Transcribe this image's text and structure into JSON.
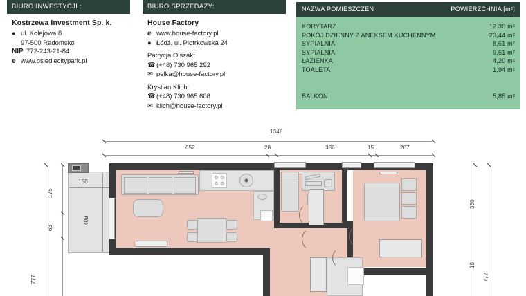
{
  "investor": {
    "bar_label": "BIURO INWESTYCJI :",
    "company": "Kostrzewa Investment Sp. k.",
    "pin_icon": "location-pin-icon",
    "address_line1": "ul. Kolejowa 8",
    "address_line2": "97-500 Radomsko",
    "nip_label": "NIP",
    "nip_value": "772-243-21-84",
    "web_icon": "web-icon",
    "website": "www.osiedlecitypark.pl"
  },
  "sales": {
    "bar_label": "BIURO SPRZEDAŻY:",
    "company": "House Factory",
    "web_icon": "web-icon",
    "website": "www.house-factory.pl",
    "pin_icon": "location-pin-icon",
    "address": "Łódź, ul. Piotrkowska 24",
    "contacts": [
      {
        "name": "Patrycja Olszak:",
        "phone_icon": "phone-icon",
        "phone": "(+48) 730 965 292",
        "mail_icon": "envelope-icon",
        "email": "pelka@house-factory.pl"
      },
      {
        "name": "Krystian Klich:",
        "phone_icon": "phone-icon",
        "phone": "(+48) 730 965 608",
        "mail_icon": "envelope-icon",
        "email": "klich@house-factory.pl"
      }
    ]
  },
  "areas": {
    "header_name": "NAZWA POMIESZCZEŃ",
    "header_area": "POWIERZCHNIA [m²]",
    "rows": [
      {
        "name": "KORYTARZ",
        "value": "12.30 m²"
      },
      {
        "name": "POKÓJ  DZIENNY Z ANEKSEM KUCHENNYM",
        "value": "23,44 m²"
      },
      {
        "name": "SYPIALNIA",
        "value": "8,61 m²"
      },
      {
        "name": "SYPIALNIA",
        "value": "9,61 m²"
      },
      {
        "name": "ŁAZIENKA",
        "value": "4,20 m²"
      },
      {
        "name": "TOALETA",
        "value": "1,94 m²"
      }
    ],
    "balcony": {
      "name": "BALKON",
      "value": "5,85 m²"
    },
    "header_bg": "#2b4139",
    "body_bg": "#8ec9a4"
  },
  "plan": {
    "dimensions": {
      "top_total": "1348",
      "top_chain": [
        "652",
        "28",
        "386",
        "15",
        "267"
      ],
      "left_outer": "777",
      "left_chain": [
        "175",
        "63"
      ],
      "balcony_width": "150",
      "balcony_height": "409",
      "right_chain": [
        "360",
        "15"
      ],
      "right_outer": "777"
    },
    "colors": {
      "wall": "#3a3a3a",
      "room_fill": "#edc9bd",
      "balcony_fill": "#e8e8e8"
    }
  }
}
